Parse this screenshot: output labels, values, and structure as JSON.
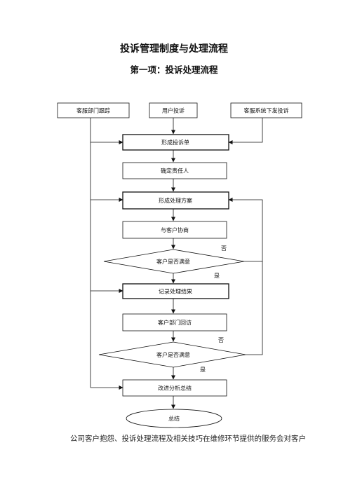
{
  "document": {
    "title": "投诉管理制度与处理流程",
    "subtitle": "第一项：投诉处理流程",
    "footer_text": "公司客户抱怨、投诉处理流程及相关技巧在维修环节提供的服务会对客户"
  },
  "flowchart": {
    "sources": {
      "left": "客服部门跟踪",
      "middle": "用户投诉",
      "right": "客服系统下发投诉"
    },
    "steps": {
      "form_complaint": "形成投诉单",
      "assign_owner": "确定责任人",
      "form_plan": "形成处理方案",
      "negotiate": "与客户协商",
      "satisfied_1": "客户是否满意",
      "record_result": "记录处理结果",
      "follow_up": "客户部门回访",
      "satisfied_2": "客户是否满意",
      "improve_summary": "改进分析总结",
      "end": "总结"
    },
    "branch_labels": {
      "no_1": "否",
      "yes_1": "是",
      "no_2": "否",
      "yes_2": "是"
    }
  }
}
